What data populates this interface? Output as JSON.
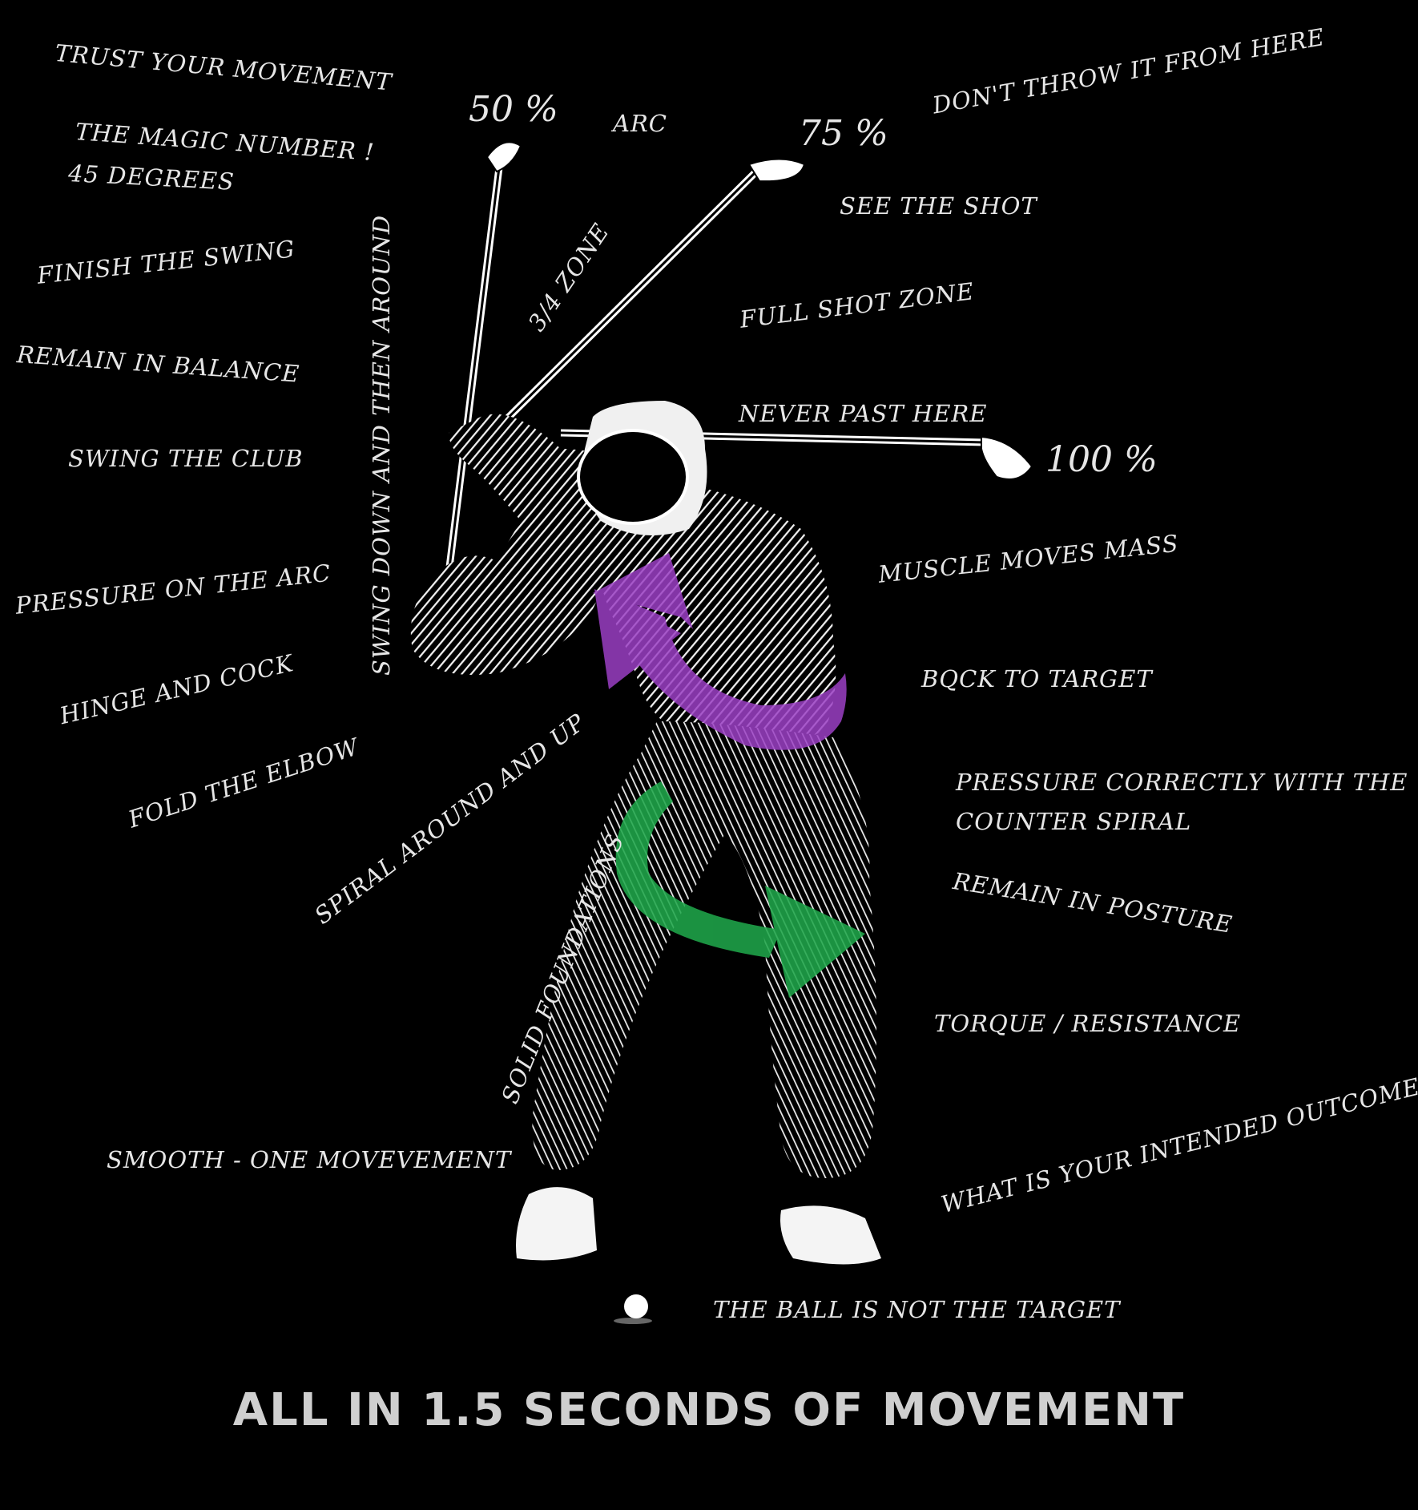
{
  "colors": {
    "background": "#000000",
    "text": "#e6e6e6",
    "caption": "#cfcfcf",
    "upper_arrow": "#9b3fc4",
    "lower_arrow": "#1fa64a"
  },
  "swing_percent": {
    "p50": "50 %",
    "p75": "75 %",
    "p100": "100 %"
  },
  "labels": {
    "trust": "TRUST YOUR MOVEMENT",
    "magic": "THE MAGIC  NUMBER !",
    "degrees": "45 DEGREES",
    "finish": "FINISH THE SWING",
    "balance": "REMAIN IN BALANCE",
    "swing_club": "SWING THE CLUB",
    "pressure_arc": "PRESSURE ON THE ARC",
    "hinge": "HINGE AND COCK",
    "fold": "FOLD THE ELBOW",
    "spiral": "SPIRAL AROUND AND UP",
    "smooth": "SMOOTH - ONE MOVEVEMENT",
    "swing_down": "SWING DOWN AND THEN AROUND",
    "three_quarter": "3/4 ZONE",
    "arc": "ARC",
    "dont_throw": "DON'T THROW IT FROM HERE",
    "see_shot": "SEE THE SHOT",
    "full_shot": "FULL SHOT ZONE",
    "never_past": "NEVER PAST HERE",
    "muscle": "MUSCLE MOVES MASS",
    "back_target": "BQCK TO TARGET",
    "pressure_counter_1": "PRESSURE CORRECTLY WITH THE",
    "pressure_counter_2": "COUNTER SPIRAL",
    "posture": "REMAIN IN POSTURE",
    "torque": "TORQUE / RESISTANCE",
    "outcome": "WHAT IS YOUR INTENDED OUTCOME",
    "foundations": "SOLID FOUNDATIONS",
    "ball": "THE BALL IS NOT THE TARGET"
  },
  "caption": "ALL IN 1.5 SECONDS OF MOVEMENT"
}
